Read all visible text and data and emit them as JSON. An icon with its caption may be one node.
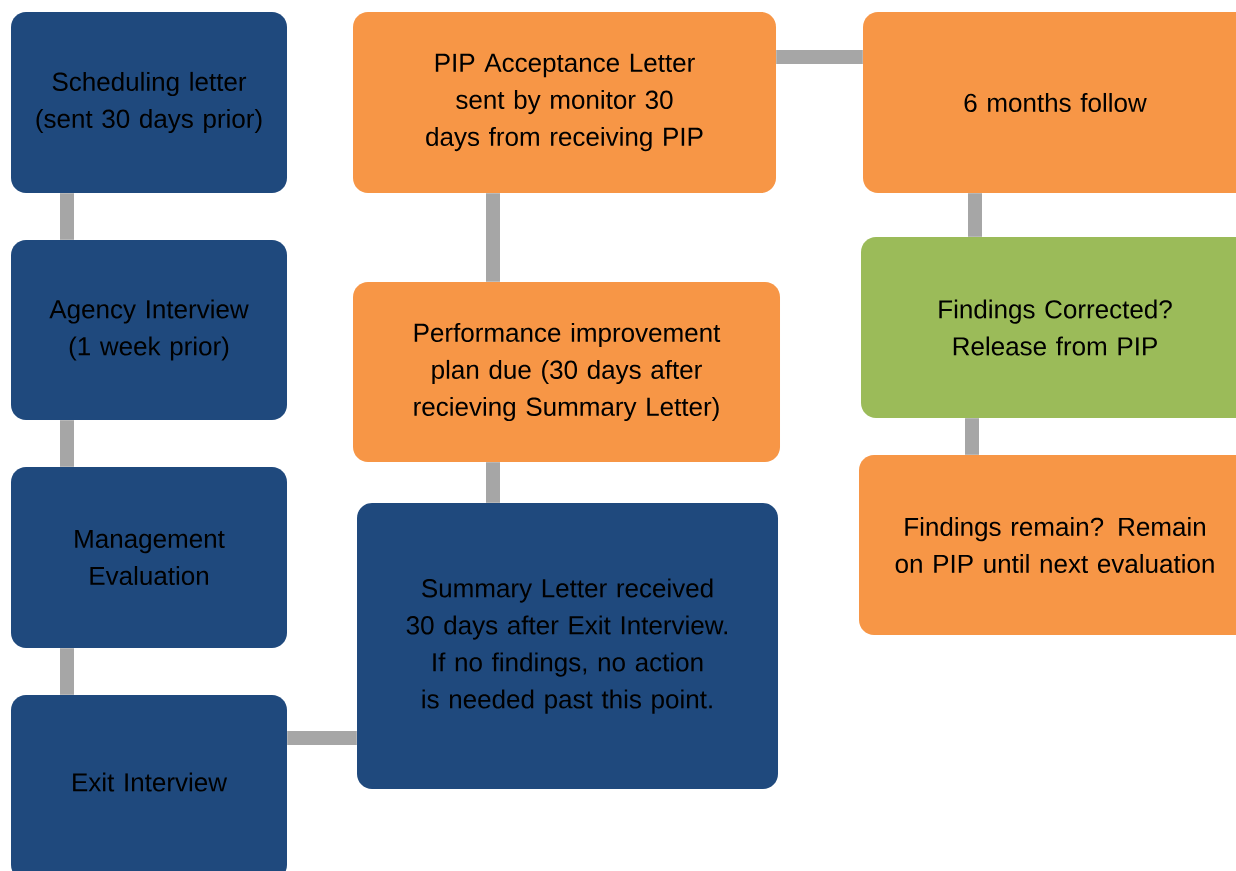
{
  "diagram": {
    "nodes": [
      {
        "text": [
          "Scheduling letter (sent 30 days prior)"
        ]
      },
      {
        "text": [
          "Agency Interview (1 week prior)"
        ]
      },
      {
        "text": [
          "Management Evaluation"
        ]
      },
      {
        "text": [
          "Exit Interview"
        ]
      },
      {
        "text": [
          "PIP Acceptance Letter sent by monitor 30 days from receiving PIP"
        ]
      },
      {
        "text": [
          "Performance improvement plan due (30 days after recieving Summary Letter)"
        ]
      },
      {
        "text": [
          "Summary Letter received 30 days after Exit Interview. If no findings, no action is needed past this point."
        ]
      },
      {
        "text": [
          "6 months follow"
        ]
      },
      {
        "text": [
          "Findings Corrected? Release from PIP"
        ]
      },
      {
        "text": [
          "Findings remain? Remain on PIP until next evaluation"
        ]
      }
    ],
    "edges": [
      {
        "from": 0,
        "to": 1,
        "arrow": "none"
      },
      {
        "from": 1,
        "to": 2,
        "arrow": "none"
      },
      {
        "from": 2,
        "to": 3,
        "arrow": "none"
      },
      {
        "from": 3,
        "to": 6,
        "arrow": "none"
      },
      {
        "from": 6,
        "to": 5,
        "arrow": "none"
      },
      {
        "from": 5,
        "to": 4,
        "arrow": "none"
      },
      {
        "from": 4,
        "to": 7,
        "arrow": "none"
      },
      {
        "from": 7,
        "to": 8,
        "arrow": "none"
      },
      {
        "from": 8,
        "to": 9,
        "arrow": "none"
      }
    ]
  }
}
